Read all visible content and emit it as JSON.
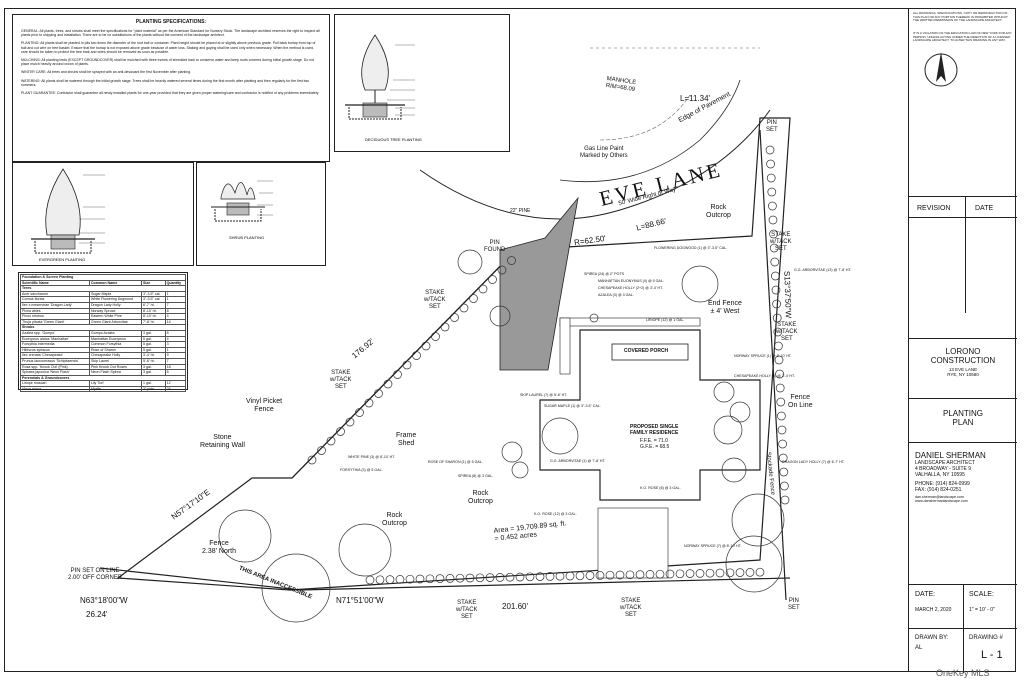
{
  "specs": {
    "title": "PLANTING SPECIFICATIONS:",
    "paragraphs": [
      "GENERAL: All plants, trees, and shrubs shall meet the specifications for \"plant material\" as per the American Standard for Nursery Stock. The landscape architect reserves the right to inspect all plants prior to shipping and installation. There are to be no substitutions of the plants without the consent of the landscape architect.",
      "PLANTING: All plants shall be planted in pits two times the diameter of the root ball or container. Plant height should be placed at or slightly above previous grade. Pull back burlap from top of ball and cut wire on tree basket. Ensure that the burlap is not exposed above grade because of water loss. Staking and guying shall be used only when necessary. When the method is used, care should be taken to protect the tree bark and wires should be removed as soon as possible.",
      "MULCHING: All planting beds (EXCEPT GROUNDCOVER) shall be mulched with three inches of shredded bark to conserve water and keep roots covered during initial growth stage. Do not place mulch heavily around crown of plants.",
      "WINTER CARE: All trees and shrubs shall be sprayed with an anti-desiccant the first November after planting.",
      "WATERING: All plants shall be watered through the initial growth stage. Trees shall be heavily watered several times during the first month after planting and then regularly for the first two summers.",
      "PLANT GUARANTEE: Contractor shall guarantee all newly installed plants for one-year provided that they are given proper watering/care and contractor is notified of any problems immediately."
    ]
  },
  "details": {
    "deciduous": "DECIDUOUS TREE PLANTING",
    "evergreen": "EVERGREEN PLANTING",
    "shrub": "SHRUB PLANTING"
  },
  "schedule": {
    "title": "Foundation & Screen Planting",
    "headers": [
      "Scientific Name",
      "Common Name",
      "Size",
      "Quantity"
    ],
    "sections": [
      {
        "name": "Trees",
        "rows": [
          [
            "Acer saccharum",
            "Sugar Maple",
            "3\"-3.5\" cal.",
            "1"
          ],
          [
            "Cornus florida",
            "White Flowering Dogwood",
            "3\"-3.5\" cal.",
            "1"
          ],
          [
            "Ilex x meserveae 'Dragon Lady'",
            "Dragon Lady Holly",
            "6'-7' ht.",
            "7"
          ],
          [
            "Picea abies",
            "Norway Spruce",
            "8'-10' ht.",
            "8"
          ],
          [
            "Pinus strobus",
            "Eastern White Pine",
            "8'-10' ht.",
            "4"
          ],
          [
            "Thuja plicata 'Green Giant'",
            "Green Giant Arborvitae",
            "7'-8' ht.",
            "14"
          ]
        ]
      },
      {
        "name": "Shrubs",
        "rows": [
          [
            "Azalea spp. 'Gumpo'",
            "Gumpo Azalea",
            "3 gal.",
            "8"
          ],
          [
            "Euonymus alatus 'Manhattan'",
            "Manhattan Euonymus",
            "5 gal.",
            "4"
          ],
          [
            "Forsythia intermedia",
            "Common Forsythia",
            "5 gal.",
            "3"
          ],
          [
            "Hibiscus syriacus",
            "Rose of Sharon",
            "5 gal.",
            "1"
          ],
          [
            "Ilex crenata 'Chesapeake'",
            "Chesapeake Holly",
            "3'-4' ht.",
            "9"
          ],
          [
            "Prunus laurocerasus 'Schipkaensis'",
            "Skip Laurel",
            "5'-6' ht.",
            "7"
          ],
          [
            "Rosa spp. 'Knock Out' (Pink)",
            "Pink Knock Out Roses",
            "3 gal.",
            "18"
          ],
          [
            "Spiraea japonica 'Neon Flash'",
            "Neon Flash Spirea",
            "3 gal.",
            "8"
          ]
        ]
      },
      {
        "name": "Perennials & Groundcovers",
        "rows": [
          [
            "Liriope muscari",
            "Lily Turf",
            "1 gal.",
            "12"
          ],
          [
            "Vinca minor",
            "Myrtle",
            "2\" pots",
            "24"
          ]
        ]
      }
    ]
  },
  "plan": {
    "street": "EVE LANE",
    "row": "50' Wide Right of Way",
    "manhole": "MANHOLE\nRIM=68.09",
    "gas": "Gas Line Paint\nMarked by Others",
    "edge": "Edge of Pavement",
    "l1": "L=11.34'",
    "l2": "L=88.66'",
    "radius": "R=62.50'",
    "pin_found": "PIN\nFOUND",
    "pin_set": "PIN\nSET",
    "pin_corner": "PIN SET ON LINE\n2.00' OFF CORNER",
    "residence": "PROPOSED SINGLE\nFAMILY RESIDENCE",
    "ffe": "F.F.E. = 71.0",
    "gfe": "G.F.E. = 68.5",
    "porch": "COVERED PORCH",
    "area": "Area = 19,709.89 sq. ft.\n= 0.452 acres",
    "bearing_e": "S13°37'50\"W",
    "bearing_s": "N71°51'00\"W",
    "bearing_sw": "N63°18'00\"W",
    "bearing_w": "N57°17'10\"E",
    "dist_s": "201.60'",
    "dist_sw": "26.24'",
    "dist_nw": "176.92'",
    "rock": "Rock\nOutcrop",
    "shed": "Frame\nShed",
    "vinyl": "Vinyl Picket\nFence",
    "wall": "Stone\nRetaining Wall",
    "fence_line": "Fence\nOn Line",
    "fence_n": "Fence\n2.38' North",
    "end_fence": "End Fence\n± 4' West",
    "stockade": "Stockade Fence",
    "inaccessible": "THIS AREA INACCESSIBLE",
    "stake": "STAKE\nw/TACK\nSET",
    "pine22": "22\" PINE",
    "labels": [
      "FLOWERING DOGWOOD (1) @ 3\"-3.5\" CAL.",
      "SPIREA (24) @ 2\" POTS",
      "MANHATTAN EUONYMUS (4) @ 5 GAL.",
      "CHESAPEAKE HOLLY (2+2) @ 3'-4' HT.",
      "AZALEA (3) @ 3 GAL.",
      "LIRIOPE (12) @ 1 GAL.",
      "G.G. ARBORVITAE (13) @ 7'-8' HT.",
      "NORWAY SPRUCE (1) @ 8'-10' HT.",
      "CHESAPEAKE HOLLY (5) @ 3'-4' HT.",
      "SKIP LAUREL (7) @ 5'-6' HT.",
      "SUGAR MAPLE (1) @ 3\"-3.5\" CAL.",
      "WHITE PINE (3) @ 8'-10' HT.",
      "FORSYTHIA (3) @ 5 GAL.",
      "ROSE OF SHARON (1) @ 5 GAL.",
      "SPIREA (8) @ 3 GAL.",
      "K.O. ROSE (6) @ 3 GAL.",
      "K.O. ROSE (12) @ 3 GAL.",
      "DRAGON LADY HOLLY (7) @ 6'-7' HT.",
      "NORWAY SPRUCE (7) @ 8'-10' HT.",
      "G.G. ARBORVITAE (1) @ 7'-8' HT."
    ]
  },
  "titleblock": {
    "note1": "ALL DRAWINGS, SPECIFICATIONS, COPY OR REPRODUCTION OF THIS PLAN OR ANY PORTION THEREOF IS PROHIBITED WITHOUT THE WRITTEN PERMISSION OF THE LANDSCAPE ARCHITECT.",
    "note2": "IT IS A VIOLATION OF THE EDUCATION LAW OF NEW YORK FOR ANY PERSON, UNLESS ACTING UNDER THE DIRECTION OF A LICENSED LANDSCAPE ARCHITECT, TO ALTER THIS DRAWING IN ANY WAY.",
    "revision": "REVISION",
    "date_h": "DATE",
    "client": "LORONO\nCONSTRUCTION",
    "client_addr": "13 EVE LANE\nRYE, NY 10580",
    "sheet_title": "PLANTING\nPLAN",
    "architect": "DANIEL SHERMAN",
    "architect_role": "LANDSCAPE ARCHITECT",
    "architect_addr": "4 BROADWAY - SUITE 9\nVALHALLA, NY 10595",
    "phone": "PHONE: (914) 824-0999\nFAX: (914) 824-0251",
    "email": "dan.sherman@landscape.com\nwww.danshermanlandscape.com",
    "date_label": "DATE:",
    "date_value": "MARCH 2, 2020",
    "scale_label": "SCALE:",
    "scale_value": "1\" = 10' - 0\"",
    "drawn_label": "DRAWN BY:",
    "drawn_value": "AL",
    "drawing_label": "DRAWING #",
    "drawing_value": "L - 1"
  },
  "watermark": "OneKey MLS"
}
